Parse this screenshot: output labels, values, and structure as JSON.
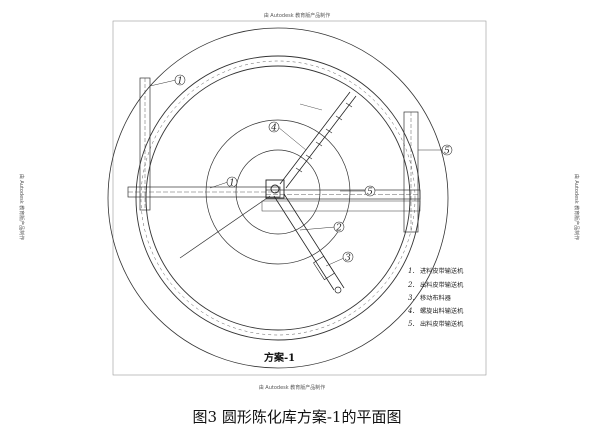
{
  "watermark": {
    "top": "由 Autodesk 教育版产品制作",
    "bottom": "由 Autodesk 教育版产品制作",
    "left": "由 Autodesk 教育版产品制作",
    "right": "由 Autodesk 教育版产品制作"
  },
  "callouts": [
    {
      "label": "1"
    },
    {
      "label": "1"
    },
    {
      "label": "2"
    },
    {
      "label": "3"
    },
    {
      "label": "4"
    },
    {
      "label": "5"
    },
    {
      "label": "5"
    }
  ],
  "legend": [
    {
      "num": "1.",
      "text": "进料皮带输送机"
    },
    {
      "num": "2.",
      "text": "出料皮带输送机"
    },
    {
      "num": "3.",
      "text": "移动布料器"
    },
    {
      "num": "4.",
      "text": "螺旋出料输送机"
    },
    {
      "num": "5.",
      "text": "出料皮带输送机"
    }
  ],
  "scheme_label": "方案-1",
  "caption": "图3 圆形陈化库方案-1的平面图"
}
